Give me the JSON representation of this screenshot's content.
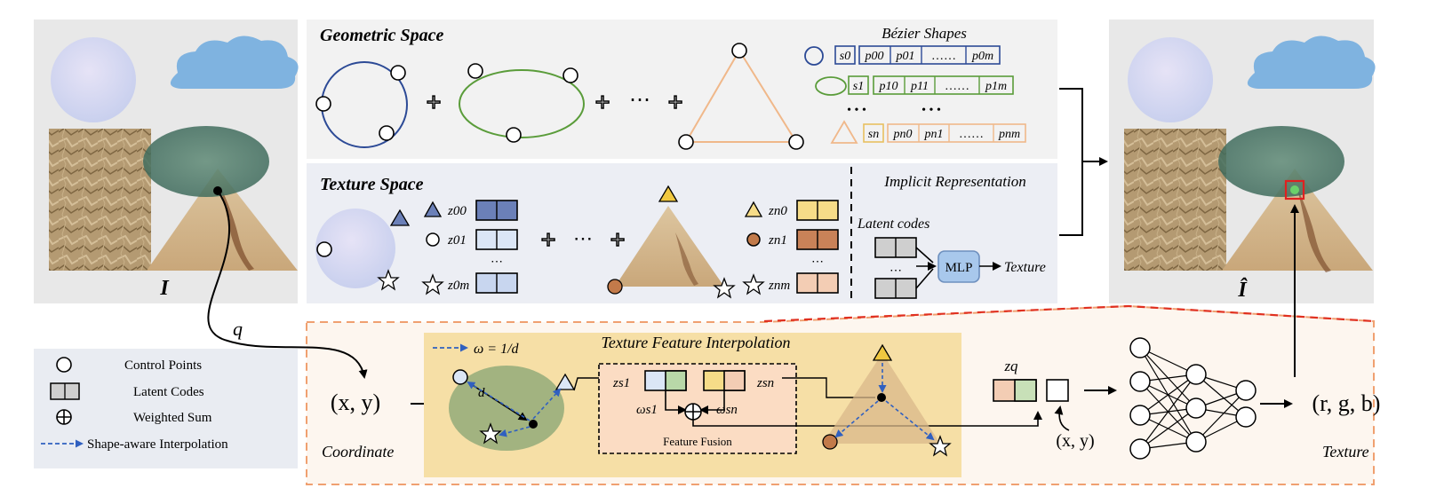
{
  "input_label": "I",
  "output_label": "Î",
  "geometric_space": {
    "title": "Geometric Space",
    "ellipsis": "⋯",
    "bezier_title": "Bézier Shapes",
    "rows": [
      {
        "s": "s0",
        "p": [
          "p00",
          "p01",
          "……",
          "p0m"
        ],
        "color": "#2c4a96"
      },
      {
        "s": "s1",
        "p": [
          "p10",
          "p11",
          "……",
          "p1m"
        ],
        "color": "#5a9c3a"
      },
      {
        "s": "sn",
        "p": [
          "pn0",
          "pn1",
          "……",
          "pnm"
        ],
        "color": "#f0b88a"
      }
    ],
    "dots": "• • •"
  },
  "texture_space": {
    "title": "Texture Space",
    "left_codes": [
      "z00",
      "z01",
      "z0m"
    ],
    "right_codes": [
      "zn0",
      "zn1",
      "znm"
    ],
    "vdots": "⋯",
    "ellipsis": "⋯"
  },
  "implicit": {
    "title": "Implicit Representation",
    "latent": "Latent codes",
    "mlp": "MLP",
    "texture": "Texture",
    "vdots": "⋯"
  },
  "legend": {
    "items": [
      {
        "label": "Control Points"
      },
      {
        "label": "Latent Codes"
      },
      {
        "label": "Weighted Sum"
      },
      {
        "label": "Shape-aware Interpolation"
      }
    ]
  },
  "pipeline": {
    "q": "q",
    "coord": "(x, y)",
    "coord_label": "Coordinate",
    "omega": "ω = 1/d",
    "interp_title": "Texture Feature Interpolation",
    "d": "d",
    "zs1": "zs1",
    "zsn": "zsn",
    "w1": "ωs1",
    "wn": "ωsn",
    "fusion": "Feature Fusion",
    "zq": "zq",
    "xy2": "(x, y)",
    "rgb": "(r, g, b)",
    "texture_label": "Texture"
  },
  "colors": {
    "blue_shape": "#2c4a96",
    "green_shape": "#5a9c3a",
    "orange_shape": "#f0b88a",
    "dashed_orange": "#f0a070",
    "dashed_red": "#e03020",
    "mlp_fill": "#a8c8ec",
    "arrow_blue": "#3060c0"
  }
}
